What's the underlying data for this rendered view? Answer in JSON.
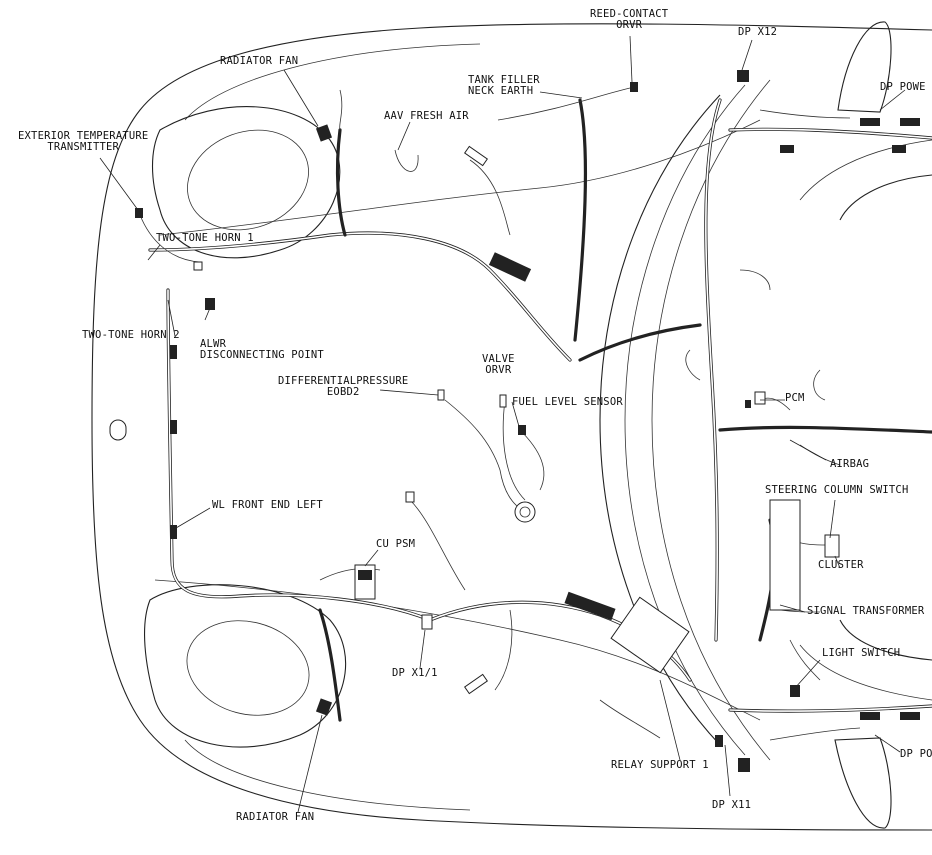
{
  "labels": {
    "reed_contact": "REED-CONTACT\nORVR",
    "dp_x12": "DP X12",
    "dp_power_top": "DP POWE",
    "radiator_fan_top": "RADIATOR FAN",
    "tank_filler": "TANK FILLER\nNECK EARTH",
    "aav_fresh_air": "AAV FRESH AIR",
    "exterior_temp": "EXTERIOR TEMPERATURE\nTRANSMITTER",
    "two_tone_horn_1": "TWO-TONE HORN 1",
    "two_tone_horn_2": "TWO-TONE HORN 2",
    "alwr": "ALWR\nDISCONNECTING POINT",
    "valve_orvr": "VALVE\nORVR",
    "differential_pressure": "DIFFERENTIALPRESSURE\nEOBD2",
    "fuel_level_sensor": "FUEL LEVEL SENSOR",
    "pcm": "PCM",
    "airbag": "AIRBAG",
    "steering_column_switch": "STEERING COLUMN SWITCH",
    "wl_front_end_left": "WL FRONT END LEFT",
    "cu_psm": "CU PSM",
    "cluster": "CLUSTER",
    "signal_transformer": "SIGNAL TRANSFORMER",
    "light_switch": "LIGHT SWITCH",
    "dp_x1_1": "DP X1/1",
    "relay_support_1": "RELAY SUPPORT 1",
    "dp_x11": "DP X11",
    "dp_power_bottom": "DP PO",
    "radiator_fan_bottom": "RADIATOR FAN"
  },
  "colors": {
    "line": "#222222",
    "background": "#ffffff"
  }
}
